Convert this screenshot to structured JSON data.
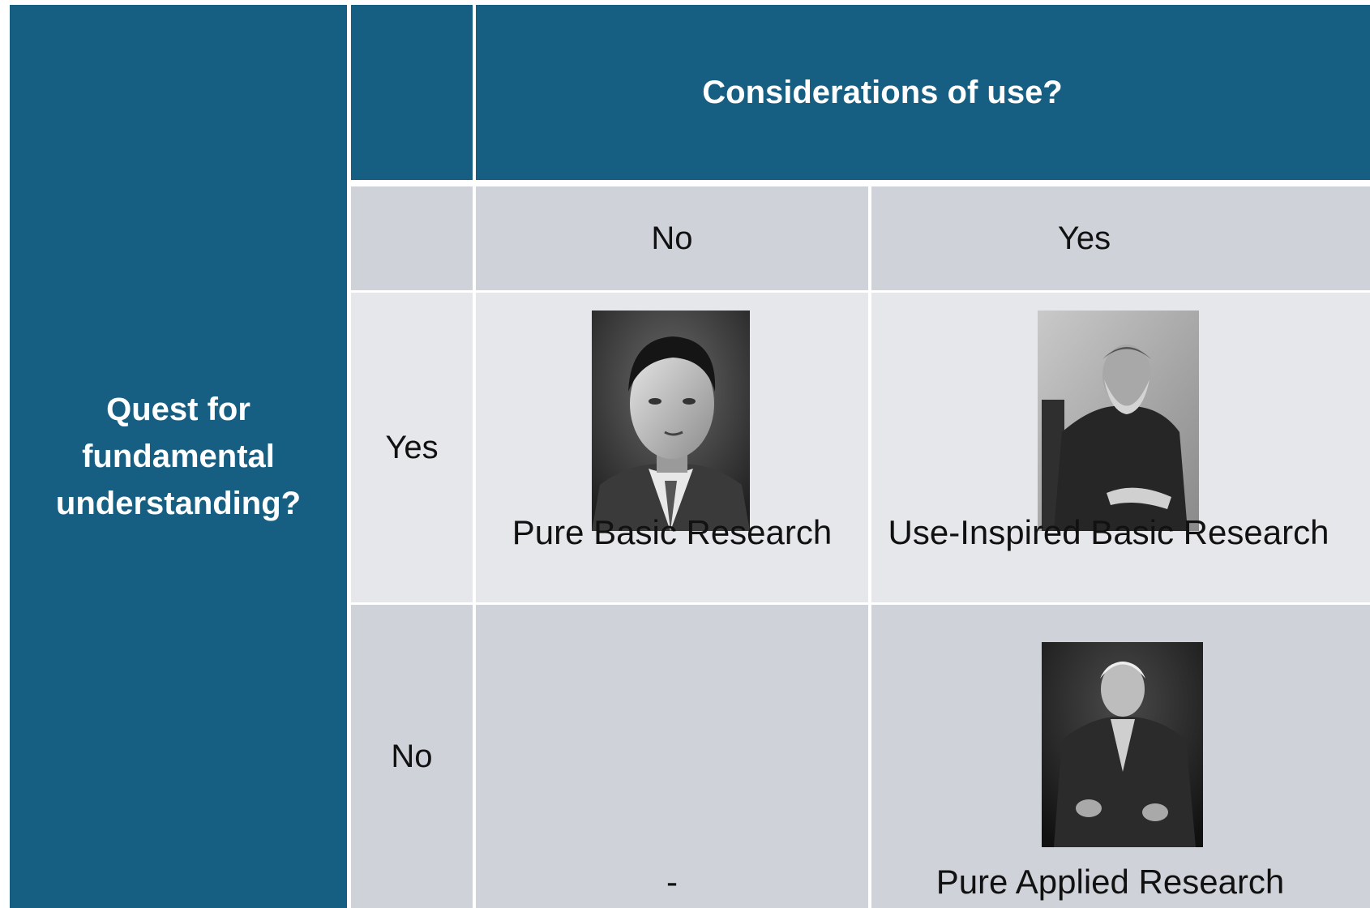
{
  "row_header": {
    "line1": "Quest for",
    "line2": "fundamental",
    "line3": "understanding?"
  },
  "col_header": {
    "title": "Considerations of use?"
  },
  "columns": {
    "no": "No",
    "yes": "Yes"
  },
  "rows": {
    "yes": "Yes",
    "no": "No"
  },
  "cells": {
    "pure_basic": "Pure Basic Research",
    "use_inspired": "Use-Inspired Basic Research",
    "empty": "-",
    "pure_applied": "Pure Applied Research"
  },
  "colors": {
    "header_blue": "#175f82",
    "light_gray_a": "#cfd3d9",
    "light_gray_b": "#e5e7ea"
  }
}
